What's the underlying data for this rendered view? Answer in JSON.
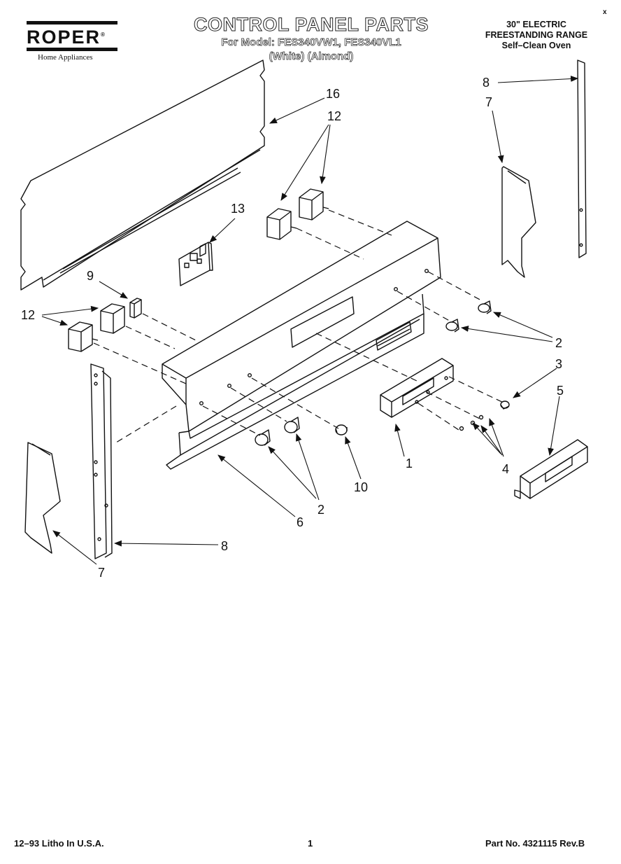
{
  "brand": {
    "name": "ROPER",
    "registered": "®",
    "tagline": "Home Appliances"
  },
  "header": {
    "title": "CONTROL PANEL PARTS",
    "model_line": "For Model: FES340VW1, FES340VL1",
    "color_line": "(White)  (Almond)"
  },
  "product": {
    "line1": "30\" ELECTRIC",
    "line2": "FREESTANDING RANGE",
    "line3": "Self–Clean Oven"
  },
  "corner_mark": "x",
  "callouts": {
    "c16": "16",
    "c12a": "12",
    "c13": "13",
    "c9": "9",
    "c12b": "12",
    "c8a": "8",
    "c7a": "7",
    "c2a": "2",
    "c3": "3",
    "c5": "5",
    "c1": "1",
    "c4": "4",
    "c10": "10",
    "c2b": "2",
    "c6": "6",
    "c8b": "8",
    "c7b": "7"
  },
  "footer": {
    "print_info": "12–93  Litho In U.S.A.",
    "page": "1",
    "part_no": "Part No. 4321115 Rev.B"
  }
}
